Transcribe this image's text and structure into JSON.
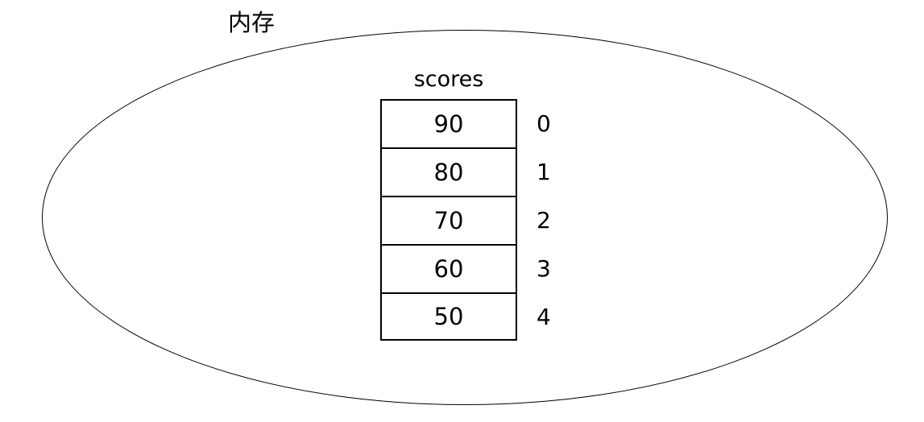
{
  "diagram": {
    "memory_label": "内存",
    "array": {
      "name": "scores",
      "cells": [
        {
          "value": "90",
          "index": "0"
        },
        {
          "value": "80",
          "index": "1"
        },
        {
          "value": "70",
          "index": "2"
        },
        {
          "value": "60",
          "index": "3"
        },
        {
          "value": "50",
          "index": "4"
        }
      ]
    }
  },
  "colors": {
    "stroke": "#000000",
    "text": "#000000",
    "background": "#ffffff"
  }
}
